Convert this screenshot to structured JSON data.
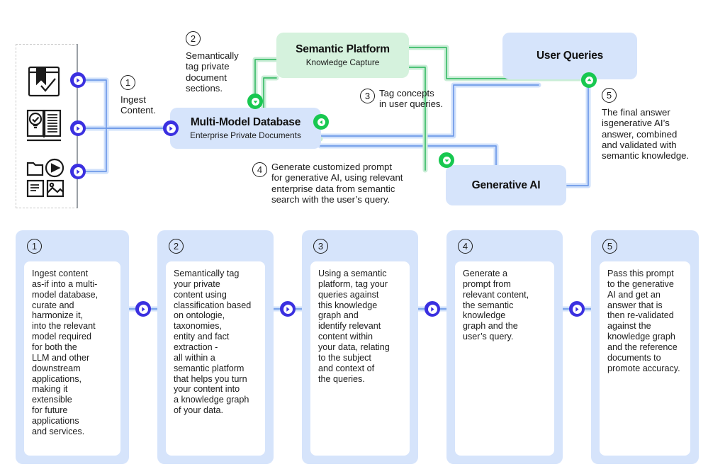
{
  "diagram": {
    "title_semantics": "Semantic layer for generative AI on enterprise private documents",
    "colors": {
      "blue_box": "#d6e4fb",
      "green_box": "#d5f2dd",
      "blue_dot": "#3b30e0",
      "green_dot": "#18c850",
      "blue_wire": "#6f9ae8",
      "green_wire": "#3dbd6a",
      "rail": "#9aa0a6",
      "text": "#1b1b1b"
    },
    "source_panel": {
      "name": "content-sources",
      "icons": [
        {
          "name": "book-check-icon",
          "label": "Book with bookmark and checkmark"
        },
        {
          "name": "open-book-idea-icon",
          "label": "Open book with lightbulb"
        },
        {
          "name": "mixed-media-files-icon",
          "label": "Folder, video, document and image files"
        }
      ]
    },
    "nodes": [
      {
        "id": "multi-model-database",
        "title": "Multi-Model Database",
        "subtitle": "Enterprise Private Documents",
        "color": "blue"
      },
      {
        "id": "semantic-platform",
        "title": "Semantic Platform",
        "subtitle": "Knowledge Capture",
        "color": "green"
      },
      {
        "id": "user-queries",
        "title": "User Queries",
        "subtitle": "",
        "color": "blue"
      },
      {
        "id": "generative-ai",
        "title": "Generative AI",
        "subtitle": "",
        "color": "blue"
      }
    ],
    "callouts": [
      {
        "num": "1",
        "text": "Ingest\nContent.",
        "layout": "stack"
      },
      {
        "num": "2",
        "text": "Semantically\ntag private\ndocument\nsections.",
        "layout": "stack"
      },
      {
        "num": "3",
        "text": "Tag concepts\nin user queries.",
        "layout": "inline"
      },
      {
        "num": "4",
        "text": "Generate customized prompt\nfor generative AI, using relevant\nenterprise data from semantic\nsearch with the user’s query.",
        "layout": "inline"
      },
      {
        "num": "5",
        "text": "The final answer\nisgenerative AI’s\nanswer, combined\nand validated with\nsemantic knowledge.",
        "layout": "stack"
      }
    ]
  },
  "steps": [
    {
      "num": "1",
      "text": "Ingest content\nas-if into a multi-\nmodel database,\ncurate and\nharmonize it,\ninto the relevant\nmodel required\nfor both the\nLLM and other\ndownstream\napplications,\nmaking it\nextensible\nfor future\napplications\nand services."
    },
    {
      "num": "2",
      "text": "Semantically tag\nyour private\ncontent using\nclassification based\non ontologie,\ntaxonomies,\nentity and fact\nextraction -\nall within a\nsemantic platform\nthat helps you turn\nyour content into\na knowledge graph\nof your data."
    },
    {
      "num": "3",
      "text": "Using a semantic\nplatform, tag your\nqueries against\nthis knowledge\ngraph and\nidentify relevant\ncontent within\nyour data, relating\nto the subject\nand context of\nthe queries."
    },
    {
      "num": "4",
      "text": "Generate a\nprompt from\nrelevant content,\nthe semantic\nknowledge\ngraph and the\nuser’s query."
    },
    {
      "num": "5",
      "text": "Pass this prompt\nto the generative\nAI and get an\nanswer that is\nthen re-validated\nagainst the\nknowledge graph\nand the reference\ndocuments to\npromote accuracy."
    }
  ]
}
